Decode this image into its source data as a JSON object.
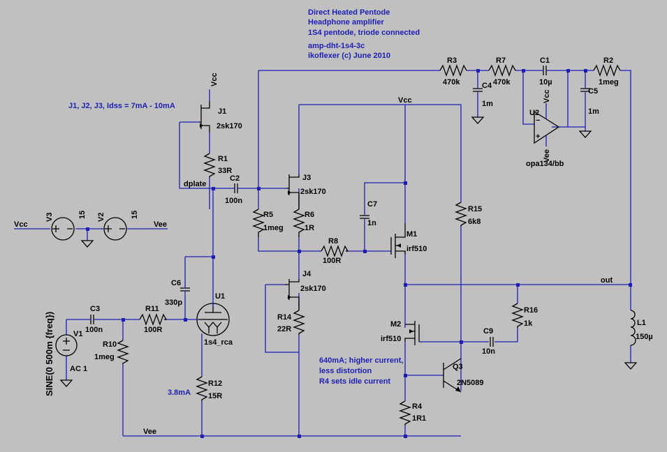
{
  "notes": {
    "header_line1": "Direct Heated Pentode",
    "header_line2": "Headphone amplifier",
    "header_line3": "1S4 pentode, triode connected",
    "header_line4": "amp-dht-1s4-3c",
    "header_line5": "ikoflexer (c) June 2010",
    "jfet_note": "J1, J2, J3, Idss = 7mA - 10mA",
    "current_note": "3.8mA",
    "out_note1": "640mA; higher current,",
    "out_note2": " less distortion",
    "out_note3": "R4 sets idle current"
  },
  "components": {
    "J1": {
      "ref": "J1",
      "value": "2sk170"
    },
    "J3": {
      "ref": "J3",
      "value": "2sk170"
    },
    "J4": {
      "ref": "J4",
      "value": "2sk170"
    },
    "R1": {
      "ref": "R1",
      "value": "33R"
    },
    "R2": {
      "ref": "R2",
      "value": "1meg"
    },
    "R3": {
      "ref": "R3",
      "value": "470k"
    },
    "R4": {
      "ref": "R4",
      "value": "1R1"
    },
    "R5": {
      "ref": "R5",
      "value": "1meg"
    },
    "R6": {
      "ref": "R6",
      "value": "1R"
    },
    "R7": {
      "ref": "R7",
      "value": "470k"
    },
    "R8": {
      "ref": "R8",
      "value": "100R"
    },
    "R10": {
      "ref": "R10",
      "value": "1meg"
    },
    "R11": {
      "ref": "R11",
      "value": "100R"
    },
    "R12": {
      "ref": "R12",
      "value": "15R"
    },
    "R14": {
      "ref": "R14",
      "value": "22R"
    },
    "R15": {
      "ref": "R15",
      "value": "6k8"
    },
    "R16": {
      "ref": "R16",
      "value": "1k"
    },
    "C1": {
      "ref": "C1",
      "value": "10µ"
    },
    "C2": {
      "ref": "C2",
      "value": "100n"
    },
    "C3": {
      "ref": "C3",
      "value": "100n"
    },
    "C4": {
      "ref": "C4",
      "value": "1m"
    },
    "C5": {
      "ref": "C5",
      "value": "1m"
    },
    "C6": {
      "ref": "C6",
      "value": "330p"
    },
    "C7": {
      "ref": "C7",
      "value": "1n"
    },
    "C9": {
      "ref": "C9",
      "value": "10n"
    },
    "M1": {
      "ref": "M1",
      "value": "irf510"
    },
    "M2": {
      "ref": "M2",
      "value": "irf510"
    },
    "Q3": {
      "ref": "Q3",
      "value": "2N5089"
    },
    "U1": {
      "ref": "U1",
      "value": "1s4_rca"
    },
    "U2": {
      "ref": "U2",
      "value": "opa134/bb"
    },
    "L1": {
      "ref": "L1",
      "value": "150µ"
    },
    "V1": {
      "ref": "V1",
      "value": "AC 1",
      "source": "SINE(0 500m {freq})"
    },
    "V2": {
      "ref": "V2",
      "value": "15"
    },
    "V3": {
      "ref": "V3",
      "value": "15"
    }
  },
  "nets": {
    "vcc": "Vcc",
    "vee": "Vee",
    "dplate": "dplate",
    "out": "out",
    "vcc_top": "Vcc",
    "vcc_u2": "Vcc",
    "vee_u2": "Vee",
    "vcc_left": "Vcc",
    "vee_left": "Vee",
    "vee_bottom": "Vee"
  },
  "colors": {
    "background": "#c0c0c0",
    "wire": "#1e1eb4",
    "component": "#000000",
    "note": "#1e1eb4"
  }
}
